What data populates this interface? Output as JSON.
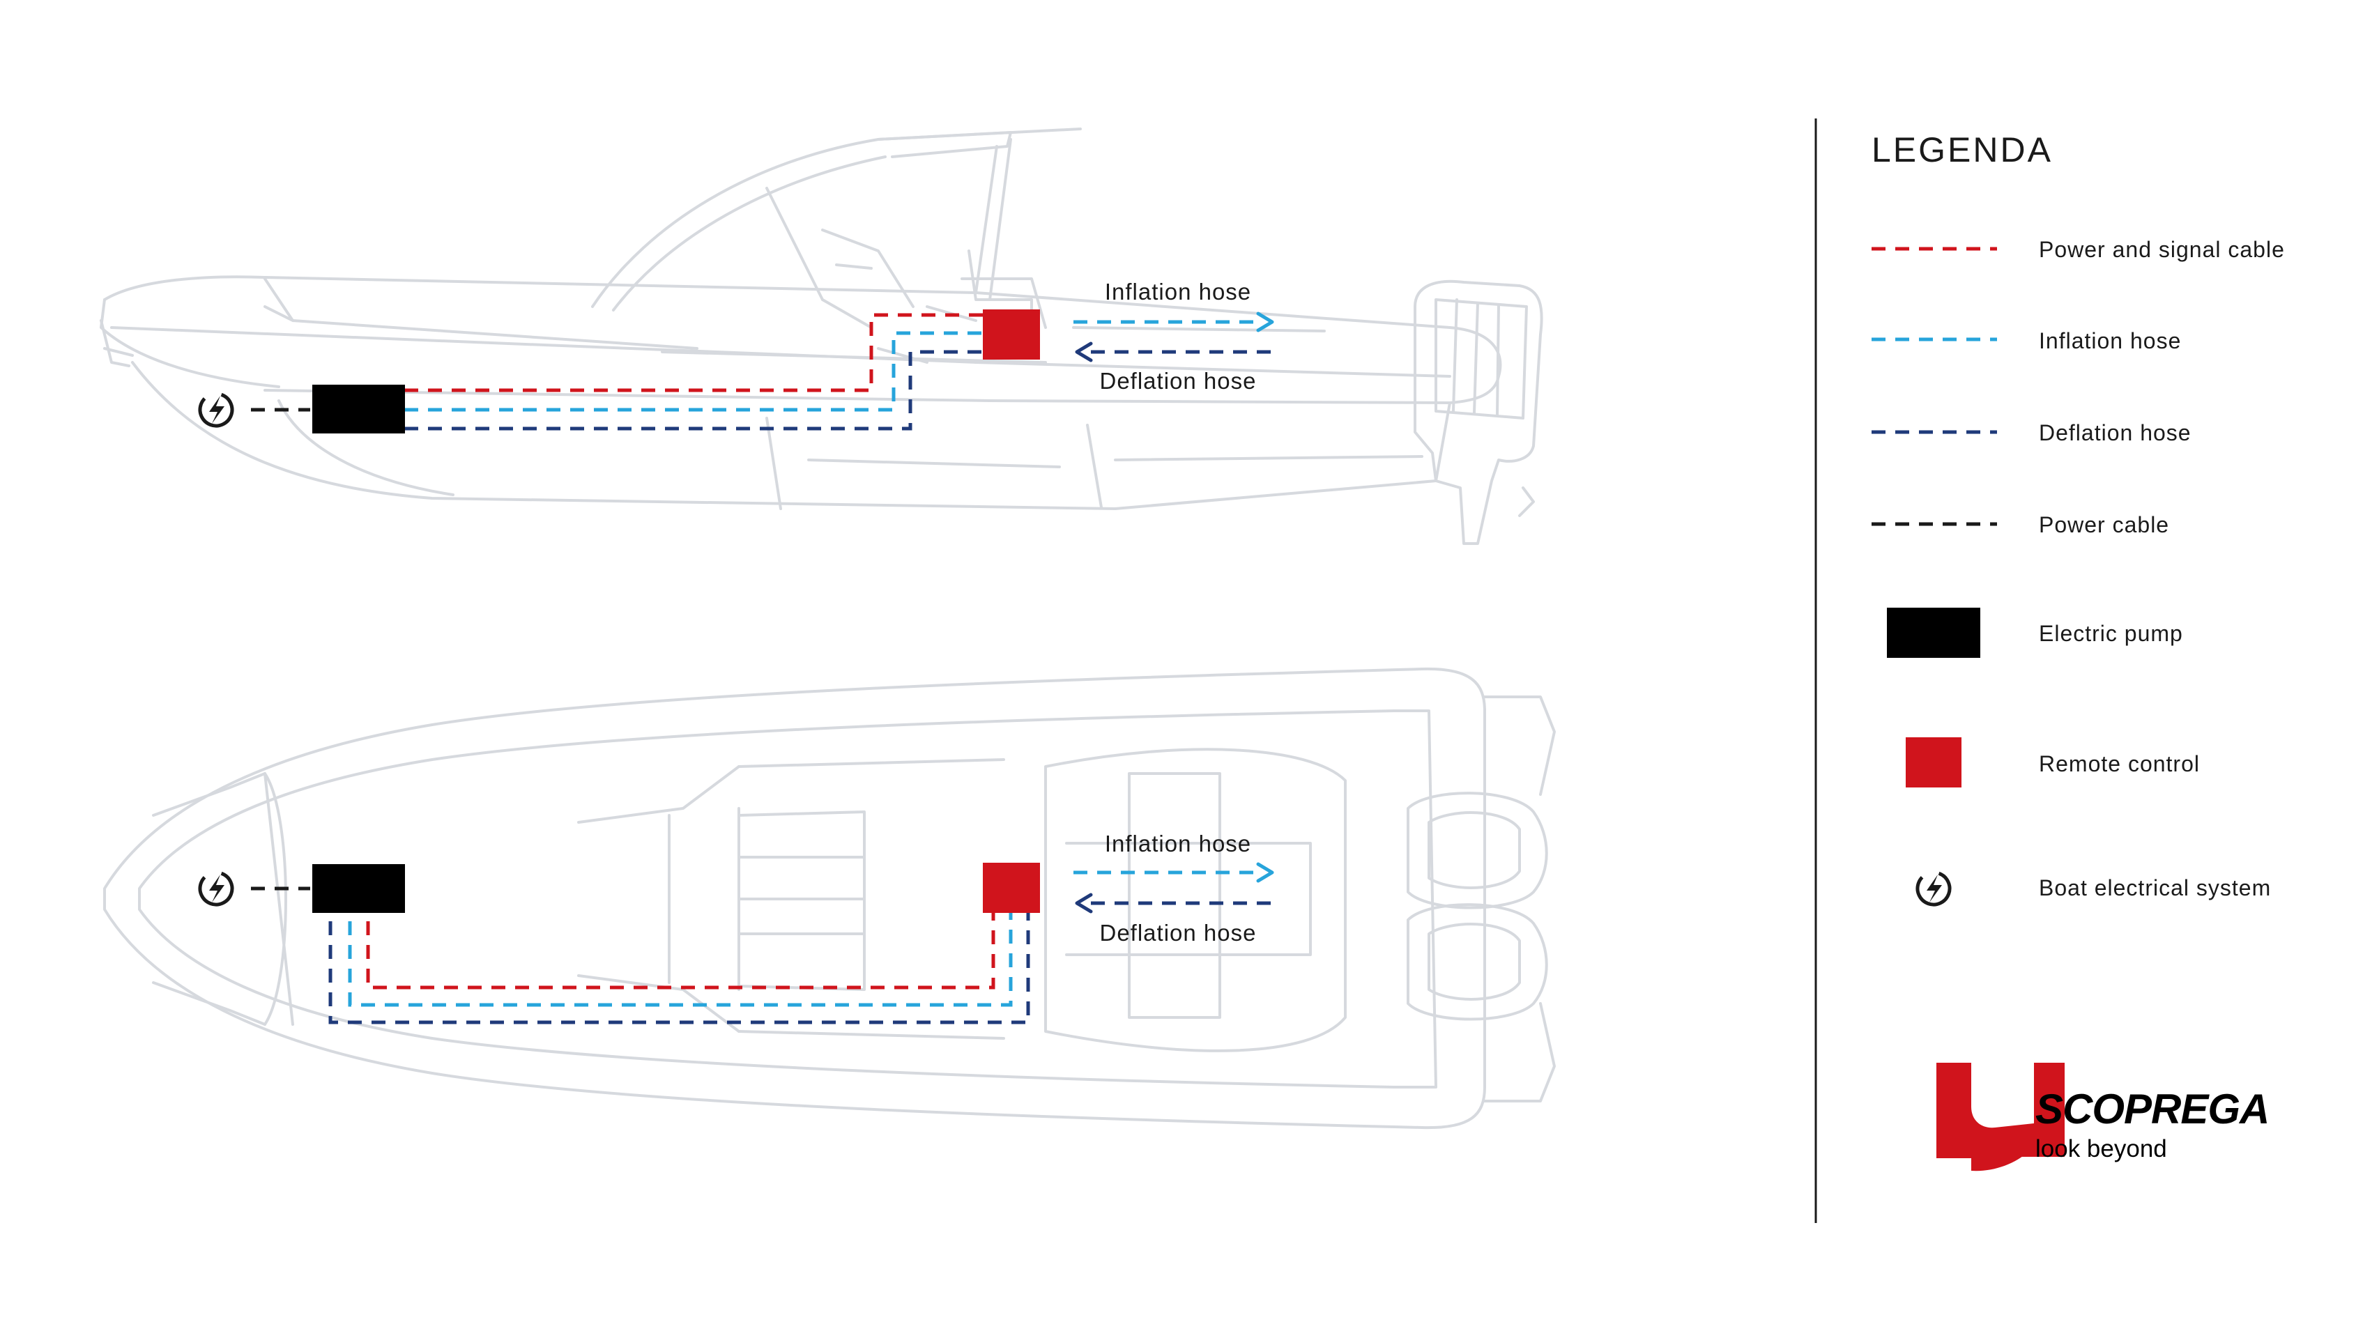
{
  "colors": {
    "power_signal": "#d0141c",
    "inflation": "#27a4db",
    "deflation": "#1f3a7a",
    "power": "#1a1a1a",
    "pump": "#000000",
    "remote": "#d0141c",
    "boat_outline": "#d6d9de"
  },
  "side_view": {
    "inflation_label": "Inflation hose",
    "deflation_label": "Deflation hose"
  },
  "top_view": {
    "inflation_label": "Inflation hose",
    "deflation_label": "Deflation hose"
  },
  "legend": {
    "title": "LEGENDA",
    "items": [
      {
        "label": "Power and signal cable",
        "symbol": "dash",
        "color": "#d0141c"
      },
      {
        "label": "Inflation hose",
        "symbol": "dash",
        "color": "#27a4db"
      },
      {
        "label": "Deflation hose",
        "symbol": "dash",
        "color": "#1f3a7a"
      },
      {
        "label": "Power cable",
        "symbol": "dash",
        "color": "#1a1a1a"
      },
      {
        "label": "Electric pump",
        "symbol": "black-box",
        "color": "#000000"
      },
      {
        "label": "Remote control",
        "symbol": "red-box",
        "color": "#d0141c"
      },
      {
        "label": "Boat electrical system",
        "symbol": "bolt-icon",
        "color": "#1a1a1a"
      }
    ]
  },
  "brand": {
    "name": "SCOPREGA",
    "tagline": "look beyond"
  }
}
